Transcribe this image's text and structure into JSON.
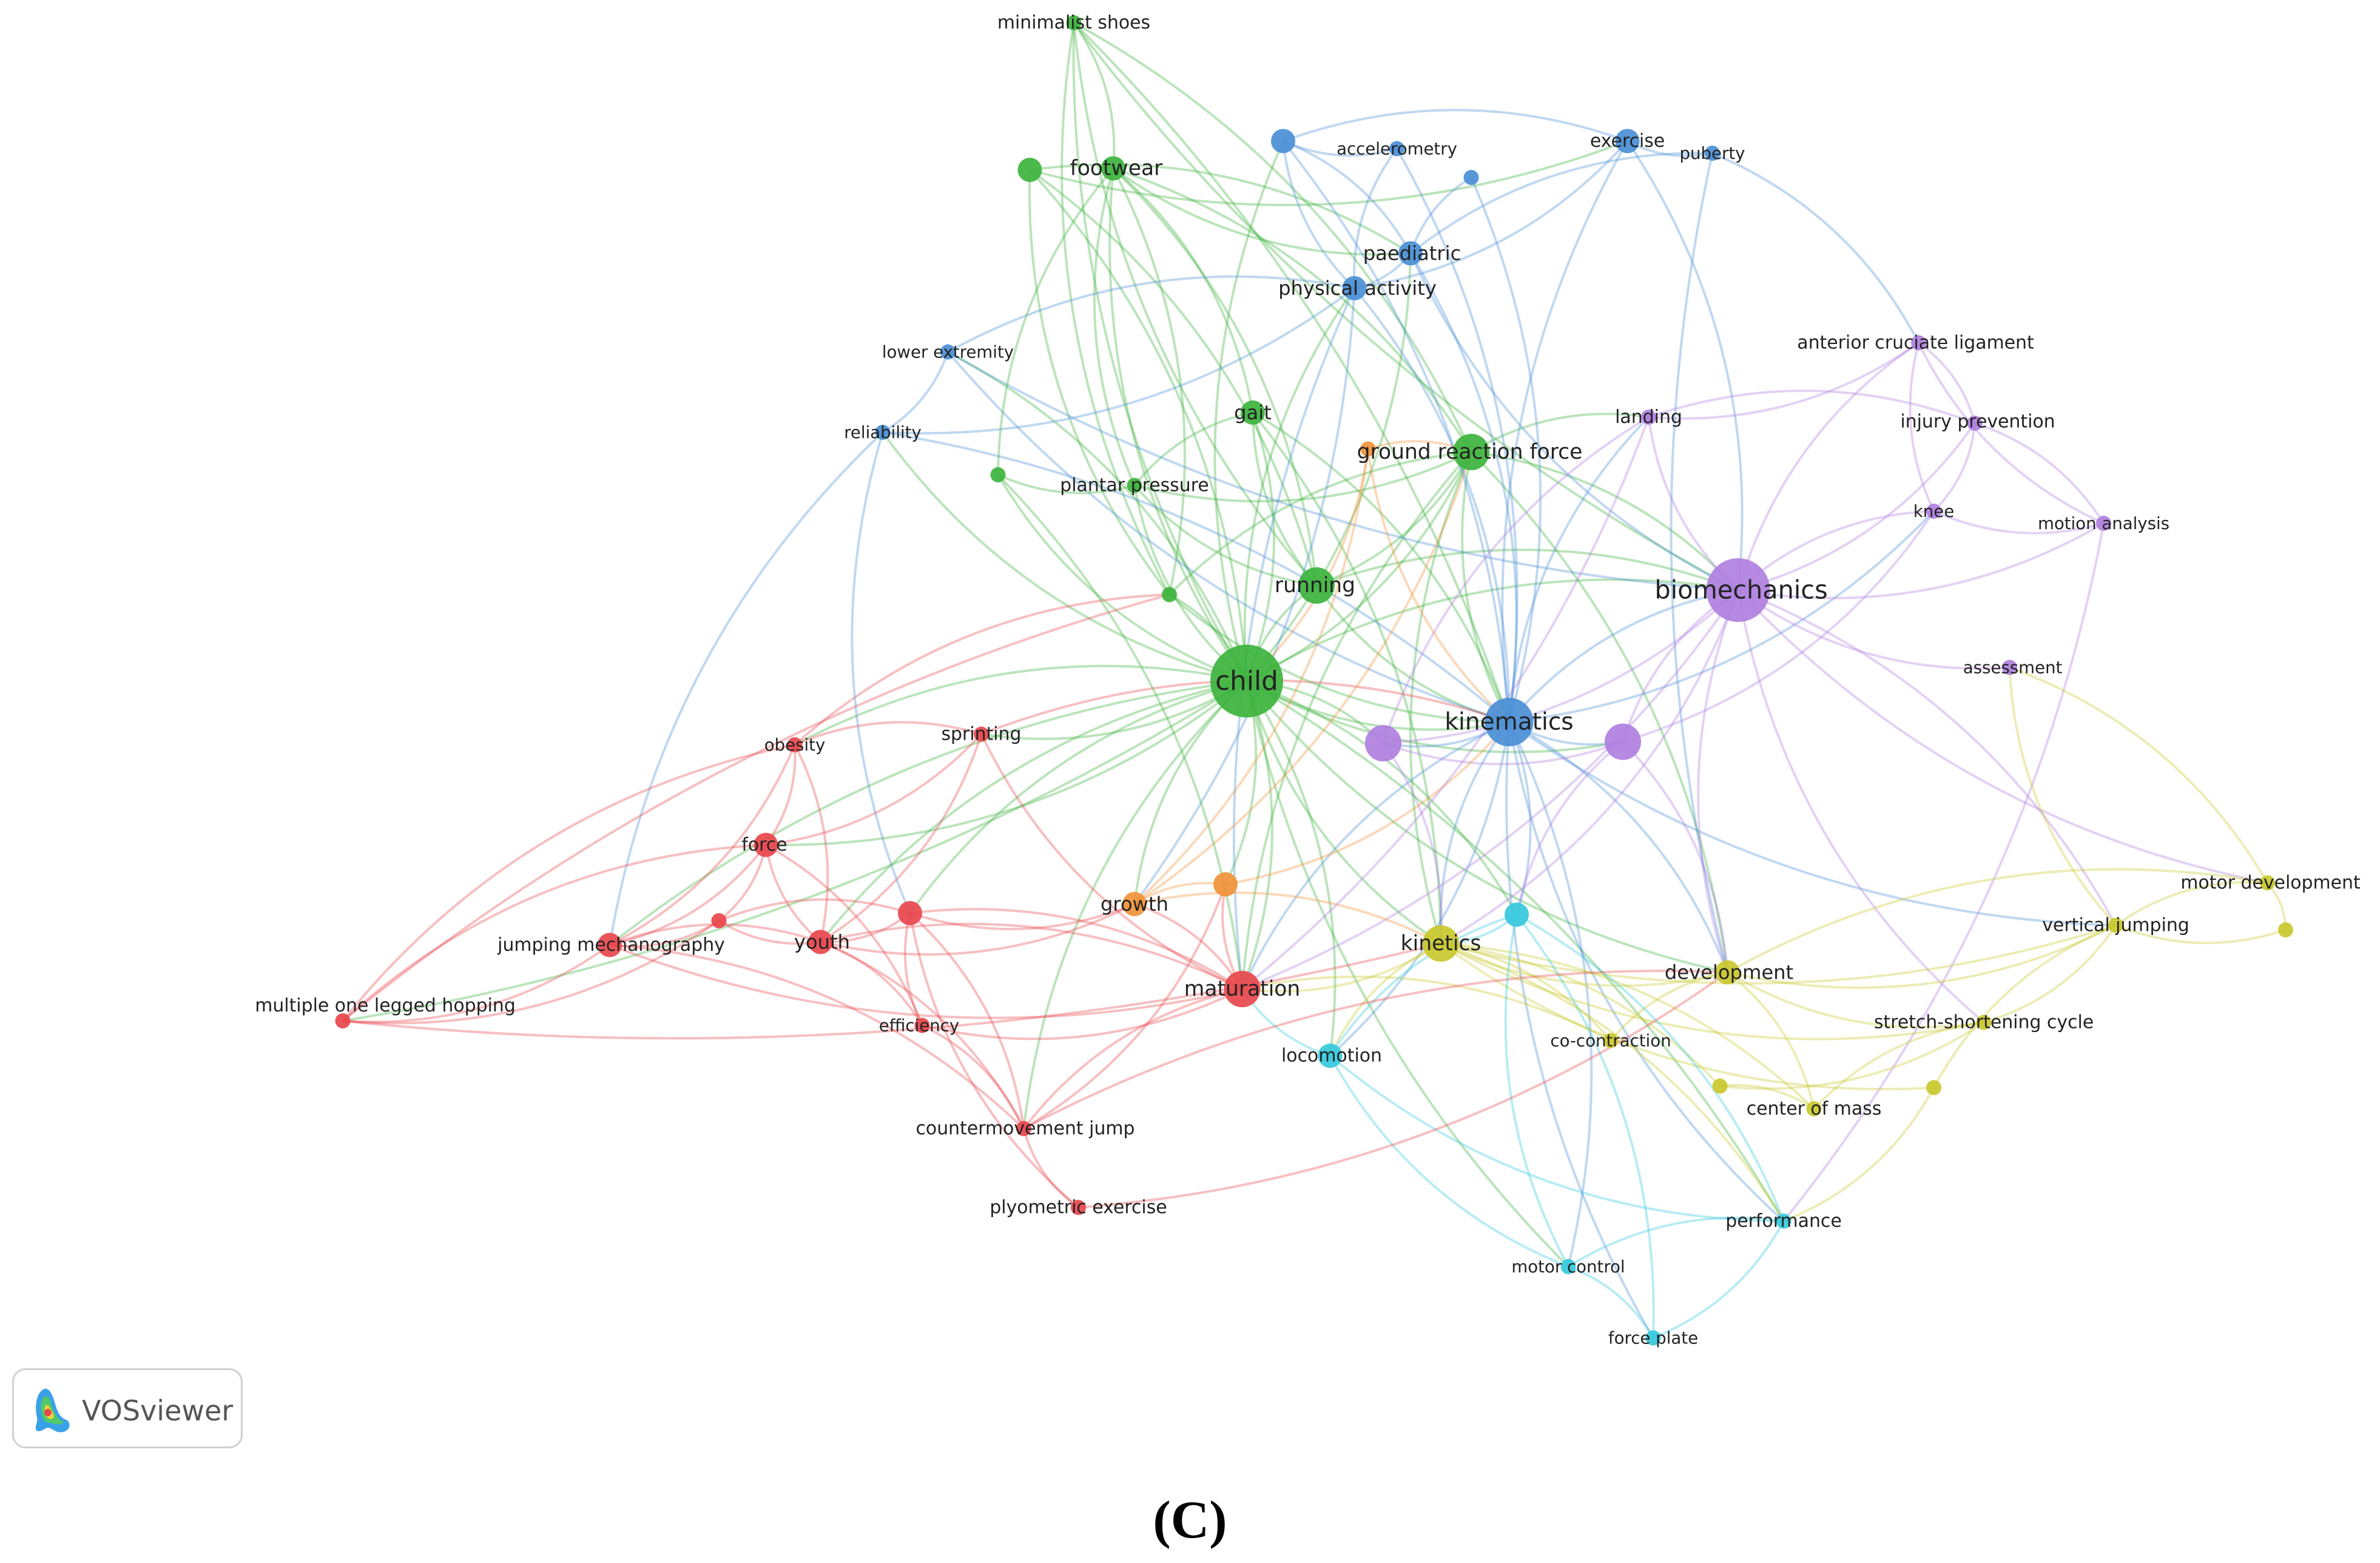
{
  "panel_label": "(C)",
  "badge": {
    "text": "VOSviewer",
    "icon": "vosviewer-logo-icon"
  },
  "clusters": {
    "red": "#e8474c",
    "green": "#3db33d",
    "blue": "#4a8fd6",
    "yellow": "#c9c82e",
    "purple": "#b07fe0",
    "cyan": "#35c9dc",
    "orange": "#f0923a"
  },
  "nodes": [
    {
      "id": "minimalist-shoes",
      "label": "minimalist shoes",
      "cluster": "green",
      "weight": 1
    },
    {
      "id": "green-a",
      "label": "",
      "cluster": "green",
      "weight": 2
    },
    {
      "id": "footwear",
      "label": "footwear",
      "cluster": "green",
      "weight": 2
    },
    {
      "id": "blue-a",
      "label": "",
      "cluster": "blue",
      "weight": 2
    },
    {
      "id": "accelerometry",
      "label": "accelerometry",
      "cluster": "blue",
      "weight": 1
    },
    {
      "id": "blue-b",
      "label": "",
      "cluster": "blue",
      "weight": 1
    },
    {
      "id": "exercise",
      "label": "exercise",
      "cluster": "blue",
      "weight": 2
    },
    {
      "id": "puberty",
      "label": "puberty",
      "cluster": "blue",
      "weight": 1
    },
    {
      "id": "paediatric",
      "label": "paediatric",
      "cluster": "blue",
      "weight": 2
    },
    {
      "id": "physical-activity",
      "label": "physical activity",
      "cluster": "blue",
      "weight": 2
    },
    {
      "id": "lower-extremity",
      "label": "lower extremity",
      "cluster": "blue",
      "weight": 1
    },
    {
      "id": "reliability",
      "label": "reliability",
      "cluster": "blue",
      "weight": 1
    },
    {
      "id": "gait",
      "label": "gait",
      "cluster": "green",
      "weight": 2
    },
    {
      "id": "green-b",
      "label": "",
      "cluster": "green",
      "weight": 1
    },
    {
      "id": "plantar-pressure",
      "label": "plantar pressure",
      "cluster": "green",
      "weight": 1
    },
    {
      "id": "orange-a",
      "label": "",
      "cluster": "orange",
      "weight": 1
    },
    {
      "id": "ground-reaction-force",
      "label": "ground reaction force",
      "cluster": "green",
      "weight": 3
    },
    {
      "id": "landing",
      "label": "landing",
      "cluster": "purple",
      "weight": 1
    },
    {
      "id": "anterior-cruciate-ligament",
      "label": "anterior cruciate ligament",
      "cluster": "purple",
      "weight": 1
    },
    {
      "id": "injury-prevention",
      "label": "injury prevention",
      "cluster": "purple",
      "weight": 1
    },
    {
      "id": "knee",
      "label": "knee",
      "cluster": "purple",
      "weight": 1
    },
    {
      "id": "motion-analysis",
      "label": "motion analysis",
      "cluster": "purple",
      "weight": 1
    },
    {
      "id": "running",
      "label": "running",
      "cluster": "green",
      "weight": 3
    },
    {
      "id": "green-c",
      "label": "",
      "cluster": "green",
      "weight": 1
    },
    {
      "id": "biomechanics",
      "label": "biomechanics",
      "cluster": "purple",
      "weight": 5
    },
    {
      "id": "assessment",
      "label": "assessment",
      "cluster": "purple",
      "weight": 1
    },
    {
      "id": "child",
      "label": "child",
      "cluster": "green",
      "weight": 6
    },
    {
      "id": "kinematics",
      "label": "kinematics",
      "cluster": "blue",
      "weight": 4
    },
    {
      "id": "purple-a",
      "label": "",
      "cluster": "purple",
      "weight": 3
    },
    {
      "id": "purple-b",
      "label": "",
      "cluster": "purple",
      "weight": 3
    },
    {
      "id": "obesity",
      "label": "obesity",
      "cluster": "red",
      "weight": 1
    },
    {
      "id": "sprinting",
      "label": "sprinting",
      "cluster": "red",
      "weight": 1
    },
    {
      "id": "force",
      "label": "force",
      "cluster": "red",
      "weight": 2
    },
    {
      "id": "red-a",
      "label": "",
      "cluster": "red",
      "weight": 1
    },
    {
      "id": "red-b",
      "label": "",
      "cluster": "red",
      "weight": 2
    },
    {
      "id": "jumping-mechanography",
      "label": "jumping mechanography",
      "cluster": "red",
      "weight": 2
    },
    {
      "id": "youth",
      "label": "youth",
      "cluster": "red",
      "weight": 2
    },
    {
      "id": "orange-b",
      "label": "",
      "cluster": "orange",
      "weight": 2
    },
    {
      "id": "growth",
      "label": "growth",
      "cluster": "orange",
      "weight": 2
    },
    {
      "id": "motor-development",
      "label": "motor development",
      "cluster": "yellow",
      "weight": 1
    },
    {
      "id": "vertical-jumping",
      "label": "vertical jumping",
      "cluster": "yellow",
      "weight": 1
    },
    {
      "id": "yellow-a",
      "label": "",
      "cluster": "yellow",
      "weight": 1
    },
    {
      "id": "kinetics",
      "label": "kinetics",
      "cluster": "yellow",
      "weight": 3
    },
    {
      "id": "cyan-a",
      "label": "",
      "cluster": "cyan",
      "weight": 2
    },
    {
      "id": "development",
      "label": "development",
      "cluster": "yellow",
      "weight": 2
    },
    {
      "id": "maturation",
      "label": "maturation",
      "cluster": "red",
      "weight": 3
    },
    {
      "id": "multiple-one-legged-hopping",
      "label": "multiple one legged hopping",
      "cluster": "red",
      "weight": 1
    },
    {
      "id": "efficiency",
      "label": "efficiency",
      "cluster": "red",
      "weight": 1
    },
    {
      "id": "locomotion",
      "label": "locomotion",
      "cluster": "cyan",
      "weight": 2
    },
    {
      "id": "co-contraction",
      "label": "co-contraction",
      "cluster": "yellow",
      "weight": 1
    },
    {
      "id": "stretch-shortening-cycle",
      "label": "stretch-shortening cycle",
      "cluster": "yellow",
      "weight": 1
    },
    {
      "id": "yellow-b",
      "label": "",
      "cluster": "yellow",
      "weight": 1
    },
    {
      "id": "yellow-c",
      "label": "",
      "cluster": "yellow",
      "weight": 1
    },
    {
      "id": "center-of-mass",
      "label": "center of mass",
      "cluster": "yellow",
      "weight": 1
    },
    {
      "id": "countermovement-jump",
      "label": "countermovement jump",
      "cluster": "red",
      "weight": 1
    },
    {
      "id": "plyometric-exercise",
      "label": "plyometric exercise",
      "cluster": "red",
      "weight": 1
    },
    {
      "id": "performance",
      "label": "performance",
      "cluster": "cyan",
      "weight": 1
    },
    {
      "id": "motor-control",
      "label": "motor control",
      "cluster": "cyan",
      "weight": 1
    },
    {
      "id": "force-plate",
      "label": "force plate",
      "cluster": "cyan",
      "weight": 1
    }
  ]
}
